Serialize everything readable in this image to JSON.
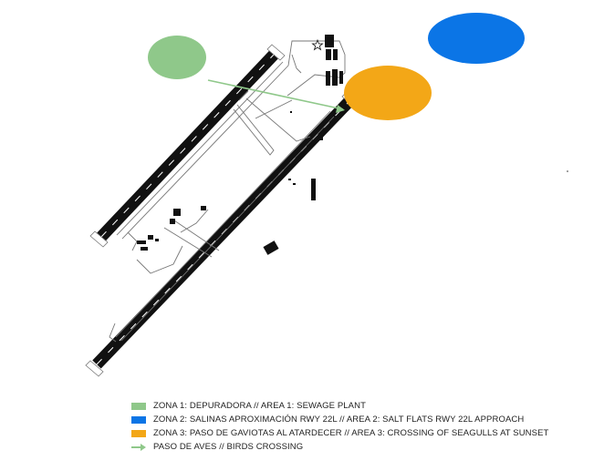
{
  "colors": {
    "zone1": "#8fc88a",
    "zone2": "#0b75e6",
    "zone3": "#f3a717",
    "birds_line": "#8fc88a",
    "runway": "#111111",
    "taxiway": "#777777"
  },
  "legend": {
    "zone1_label": "ZONA 1: DEPURADORA // AREA 1: SEWAGE PLANT",
    "zone2_label": "ZONA 2: SALINAS APROXIMACIÓN RWY 22L // AREA 2: SALT FLATS RWY 22L APPROACH",
    "zone3_label": "ZONA 3: PASO DE GAVIOTAS AL ATARDECER // AREA 3: CROSSING OF SEAGULLS AT SUNSET",
    "birds_label": "PASO DE AVES // BIRDS CROSSING"
  },
  "map": {
    "icons": [
      "control-tower-star-icon",
      "birds-crossing-arrow-icon"
    ]
  }
}
